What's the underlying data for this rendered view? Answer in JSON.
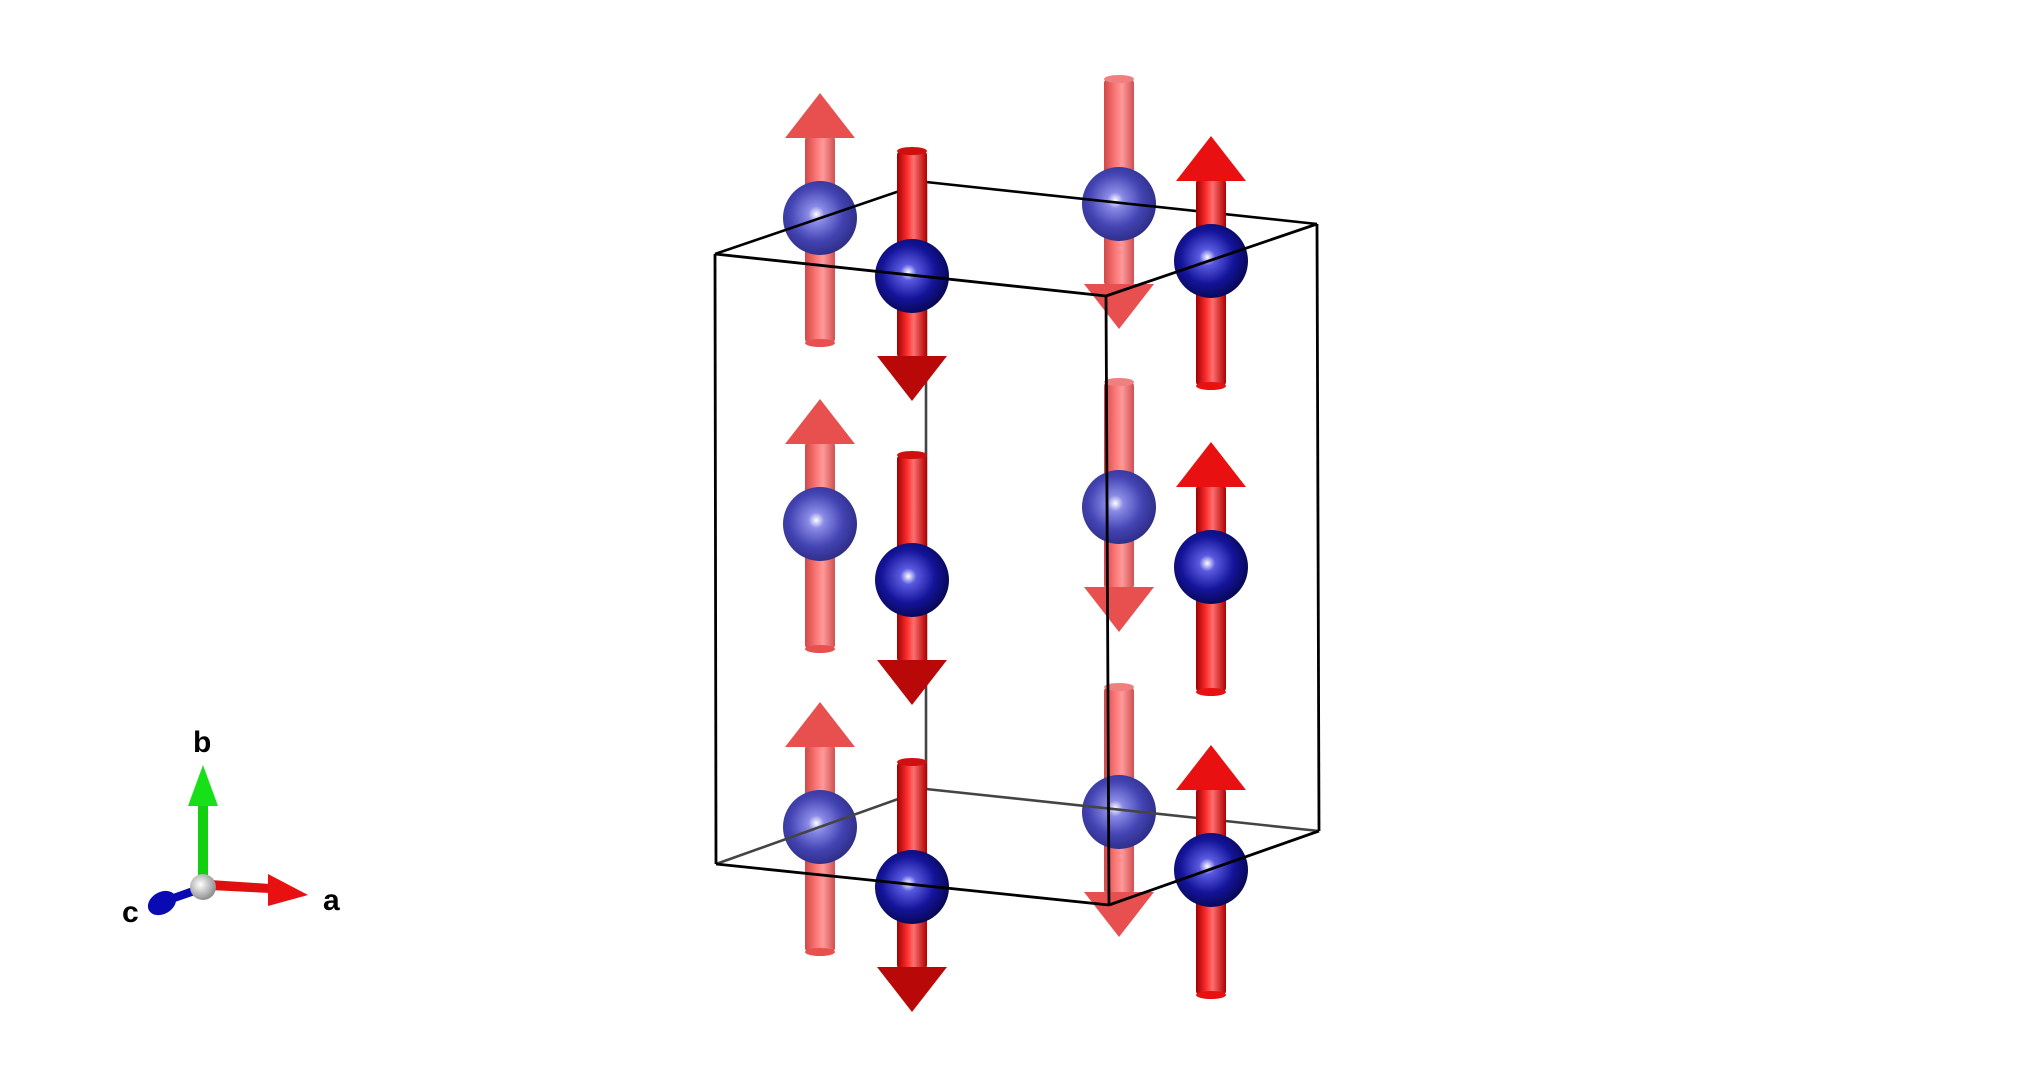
{
  "axes": {
    "a_label": "a",
    "b_label": "b",
    "c_label": "c"
  },
  "colors": {
    "atom_front": "#0a0a8c",
    "atom_back": "#3c3ca8",
    "spin": "#e81818",
    "spin_back": "#f06060",
    "axis_a": "#e01010",
    "axis_b": "#10d010",
    "axis_c": "#0a0ab4",
    "cell_edge": "#000000"
  },
  "spins": [
    {
      "column": "front-left",
      "direction": "up"
    },
    {
      "column": "front-middle",
      "direction": "down"
    },
    {
      "column": "back-middle",
      "direction": "down"
    },
    {
      "column": "front-right",
      "direction": "up"
    }
  ]
}
